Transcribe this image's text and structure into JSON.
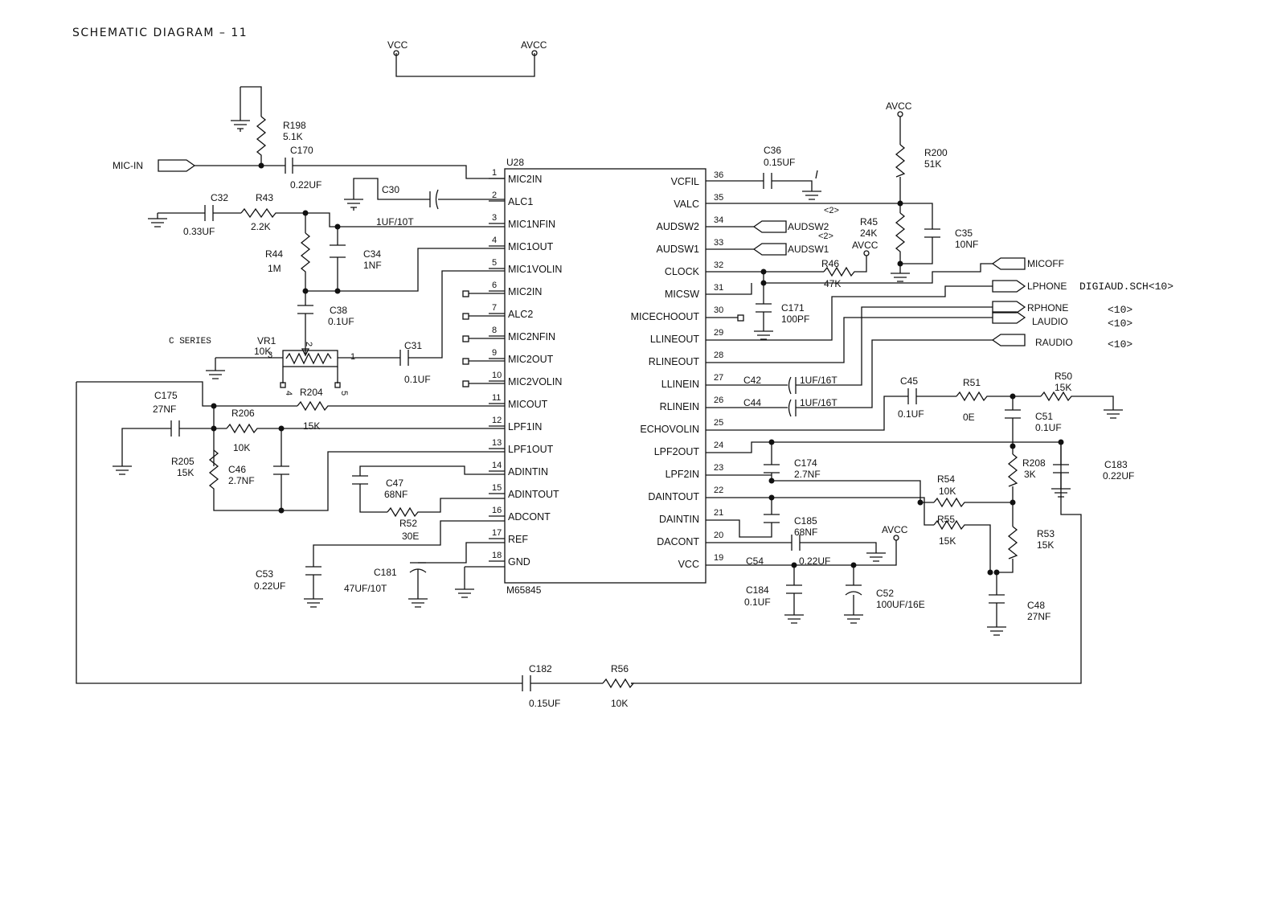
{
  "title": "SCHEMATIC  DIAGRAM – 11",
  "ic": {
    "ref": "U28",
    "part": "M65845",
    "left_pins": [
      {
        "num": "1",
        "name": "MIC2IN"
      },
      {
        "num": "2",
        "name": "ALC1"
      },
      {
        "num": "3",
        "name": "MIC1NFIN"
      },
      {
        "num": "4",
        "name": "MIC1OUT"
      },
      {
        "num": "5",
        "name": "MIC1VOLIN"
      },
      {
        "num": "6",
        "name": "MIC2IN"
      },
      {
        "num": "7",
        "name": "ALC2"
      },
      {
        "num": "8",
        "name": "MIC2NFIN"
      },
      {
        "num": "9",
        "name": "MIC2OUT"
      },
      {
        "num": "10",
        "name": "MIC2VOLIN"
      },
      {
        "num": "11",
        "name": "MICOUT"
      },
      {
        "num": "12",
        "name": "LPF1IN"
      },
      {
        "num": "13",
        "name": "LPF1OUT"
      },
      {
        "num": "14",
        "name": "ADINTIN"
      },
      {
        "num": "15",
        "name": "ADINTOUT"
      },
      {
        "num": "16",
        "name": "ADCONT"
      },
      {
        "num": "17",
        "name": "REF"
      },
      {
        "num": "18",
        "name": "GND"
      }
    ],
    "right_pins": [
      {
        "num": "36",
        "name": "VCFIL"
      },
      {
        "num": "35",
        "name": "VALC"
      },
      {
        "num": "34",
        "name": "AUDSW2"
      },
      {
        "num": "33",
        "name": "AUDSW1"
      },
      {
        "num": "32",
        "name": "CLOCK"
      },
      {
        "num": "31",
        "name": "MICSW"
      },
      {
        "num": "30",
        "name": "MICECHOOUT"
      },
      {
        "num": "29",
        "name": "LLINEOUT"
      },
      {
        "num": "28",
        "name": "RLINEOUT"
      },
      {
        "num": "27",
        "name": "LLINEIN"
      },
      {
        "num": "26",
        "name": "RLINEIN"
      },
      {
        "num": "25",
        "name": "ECHOVOLIN"
      },
      {
        "num": "24",
        "name": "LPF2OUT"
      },
      {
        "num": "23",
        "name": "LPF2IN"
      },
      {
        "num": "22",
        "name": "DAINTOUT"
      },
      {
        "num": "21",
        "name": "DAINTIN"
      },
      {
        "num": "20",
        "name": "DACONT"
      },
      {
        "num": "19",
        "name": "VCC"
      }
    ]
  },
  "power": {
    "vcc": "VCC",
    "avcc": "AVCC"
  },
  "connectors": {
    "mic_in": "MIC-IN",
    "audsw2": "AUDSW2",
    "audsw1": "AUDSW1",
    "micoff": "MICOFF",
    "lphone": "LPHONE",
    "rphone": "RPHONE",
    "laudio": "LAUDIO",
    "raudio": "RAUDIO"
  },
  "sheet_refs": {
    "digiaud": "DIGIAUD.SCH<10>",
    "rphone": "<10>",
    "laudio": "<10>",
    "raudio": "<10>",
    "audsw2": "<2>",
    "audsw1": "<2>"
  },
  "components": {
    "r198": {
      "ref": "R198",
      "value": "5.1K"
    },
    "c170": {
      "ref": "C170",
      "value": "0.22UF"
    },
    "c30": {
      "ref": "C30",
      "value": "1UF/10T"
    },
    "c32": {
      "ref": "C32",
      "value": "0.33UF"
    },
    "r43": {
      "ref": "R43",
      "value": "2.2K"
    },
    "r44": {
      "ref": "R44",
      "value": "1M"
    },
    "c34": {
      "ref": "C34",
      "value": "1NF"
    },
    "c38": {
      "ref": "C38",
      "value": "0.1UF"
    },
    "vr1": {
      "ref": "VR1",
      "value": "10K",
      "pin2": "2",
      "pin3": "3",
      "pin1": "1",
      "pin4": "4",
      "pin5": "5"
    },
    "c_series": "C SERIES",
    "c31": {
      "ref": "C31",
      "value": "0.1UF"
    },
    "r204": {
      "ref": "R204",
      "value": "15K"
    },
    "c175": {
      "ref": "C175",
      "value": "27NF"
    },
    "r206": {
      "ref": "R206",
      "value": "10K"
    },
    "r205": {
      "ref": "R205",
      "value": "15K"
    },
    "c46": {
      "ref": "C46",
      "value": "2.7NF"
    },
    "c47": {
      "ref": "C47",
      "value": "68NF"
    },
    "r52": {
      "ref": "R52",
      "value": "30E"
    },
    "c53": {
      "ref": "C53",
      "value": "0.22UF"
    },
    "c181": {
      "ref": "C181",
      "value": "47UF/10T"
    },
    "c36": {
      "ref": "C36",
      "value": "0.15UF"
    },
    "r200": {
      "ref": "R200",
      "value": "51K"
    },
    "c35": {
      "ref": "C35",
      "value": "10NF"
    },
    "r45": {
      "ref": "R45",
      "value": "24K"
    },
    "r46": {
      "ref": "R46",
      "value": "47K"
    },
    "c171": {
      "ref": "C171",
      "value": "100PF"
    },
    "c42": {
      "ref": "C42",
      "value": "1UF/16T"
    },
    "c44": {
      "ref": "C44",
      "value": "1UF/16T"
    },
    "c45": {
      "ref": "C45",
      "value": "0.1UF"
    },
    "r51": {
      "ref": "R51",
      "value": "0E"
    },
    "r50": {
      "ref": "R50",
      "value": "15K"
    },
    "c51": {
      "ref": "C51",
      "value": "0.1UF"
    },
    "c174": {
      "ref": "C174",
      "value": "2.7NF"
    },
    "r208": {
      "ref": "R208",
      "value": "3K"
    },
    "c183": {
      "ref": "C183",
      "value": "0.22UF"
    },
    "r54": {
      "ref": "R54",
      "value": "10K"
    },
    "r55": {
      "ref": "R55",
      "value": "15K"
    },
    "c185": {
      "ref": "C185",
      "value": "68NF"
    },
    "r53": {
      "ref": "R53",
      "value": "15K"
    },
    "c54": {
      "ref": "C54",
      "value": "0.22UF"
    },
    "c184": {
      "ref": "C184",
      "value": "0.1UF"
    },
    "c52": {
      "ref": "C52",
      "value": "100UF/16E"
    },
    "c48": {
      "ref": "C48",
      "value": "27NF"
    },
    "c182": {
      "ref": "C182",
      "value": "0.15UF"
    },
    "r56": {
      "ref": "R56",
      "value": "10K"
    }
  }
}
